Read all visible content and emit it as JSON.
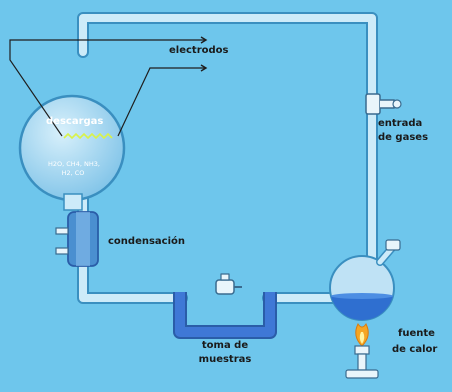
{
  "labels": {
    "electrodes": "electrodos",
    "discharges": "descargas",
    "gases_line1": "H2O, CH4, NH3,",
    "gases_line2": "H2, CO",
    "gas_inlet_line1": "entrada",
    "gas_inlet_line2": "de gases",
    "condensation": "condensación",
    "sampling_line1": "toma de",
    "sampling_line2": "muestras",
    "heat_source_line1": "fuente",
    "heat_source_line2": "de calor"
  },
  "colors": {
    "background": "#6ec6ec",
    "tube": "#bfe5f7",
    "tube_edge": "#3a8fc0",
    "water": "#2f6fd0",
    "flame": "#f5a623"
  }
}
